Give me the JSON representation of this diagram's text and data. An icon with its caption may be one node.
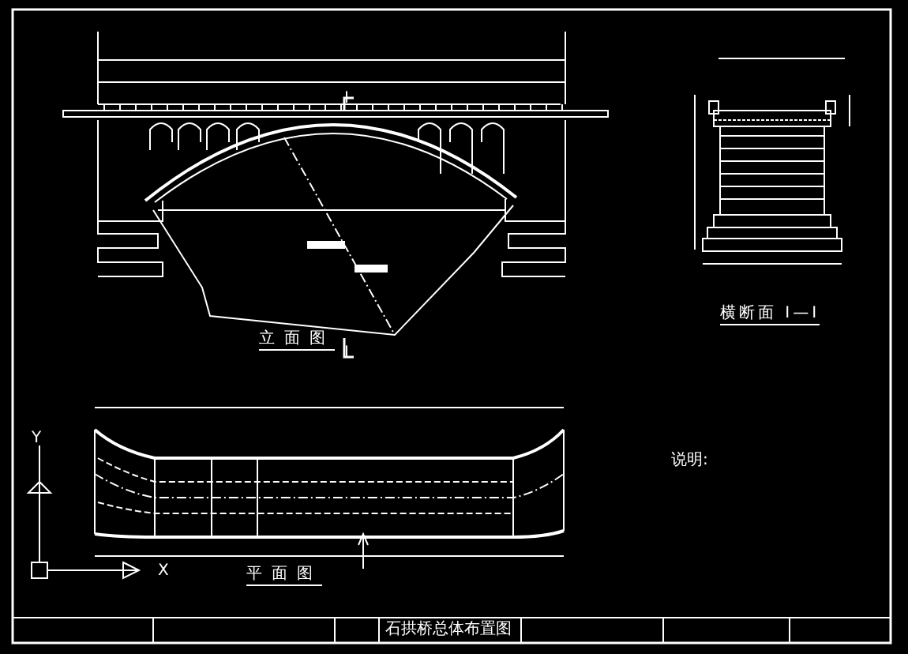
{
  "diagram": {
    "labels": [
      "立面图",
      "I",
      "I",
      "横断面 I—I",
      "Y",
      "X",
      "平面图",
      "说明:",
      "石拱桥总体布置图"
    ]
  }
}
